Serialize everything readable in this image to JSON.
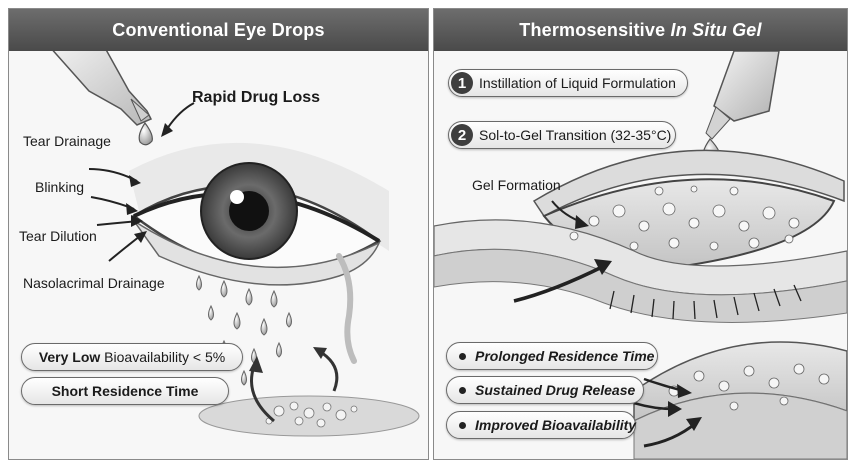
{
  "left_panel": {
    "title": "Conventional Eye Drops",
    "labels": {
      "rapid_loss": "Rapid Drug Loss",
      "tear_drainage": "Tear Drainage",
      "blinking": "Blinking",
      "tear_dilution": "Tear Dilution",
      "nasolacrimal": "Nasolacrimal Drainage"
    },
    "callouts": {
      "bioavailability_prefix": "Very Low",
      "bioavailability_rest": "Bioavailability < 5%",
      "residence": "Short Residence Time"
    }
  },
  "right_panel": {
    "title_prefix": "Thermosensitive",
    "title_italic": "In Situ Gel",
    "steps": [
      {
        "num": "1",
        "text": "Instillation of Liquid Formulation"
      },
      {
        "num": "2",
        "text": "Sol-to-Gel Transition (32-35°C)"
      }
    ],
    "gel_label": "Gel Formation",
    "benefits": [
      "Prolonged Residence Time",
      "Sustained Drug Release",
      "Improved Bioavailability"
    ]
  },
  "colors": {
    "header": "#555555",
    "step_badge": "#3e3e3e",
    "background": "#f7f7f7"
  }
}
